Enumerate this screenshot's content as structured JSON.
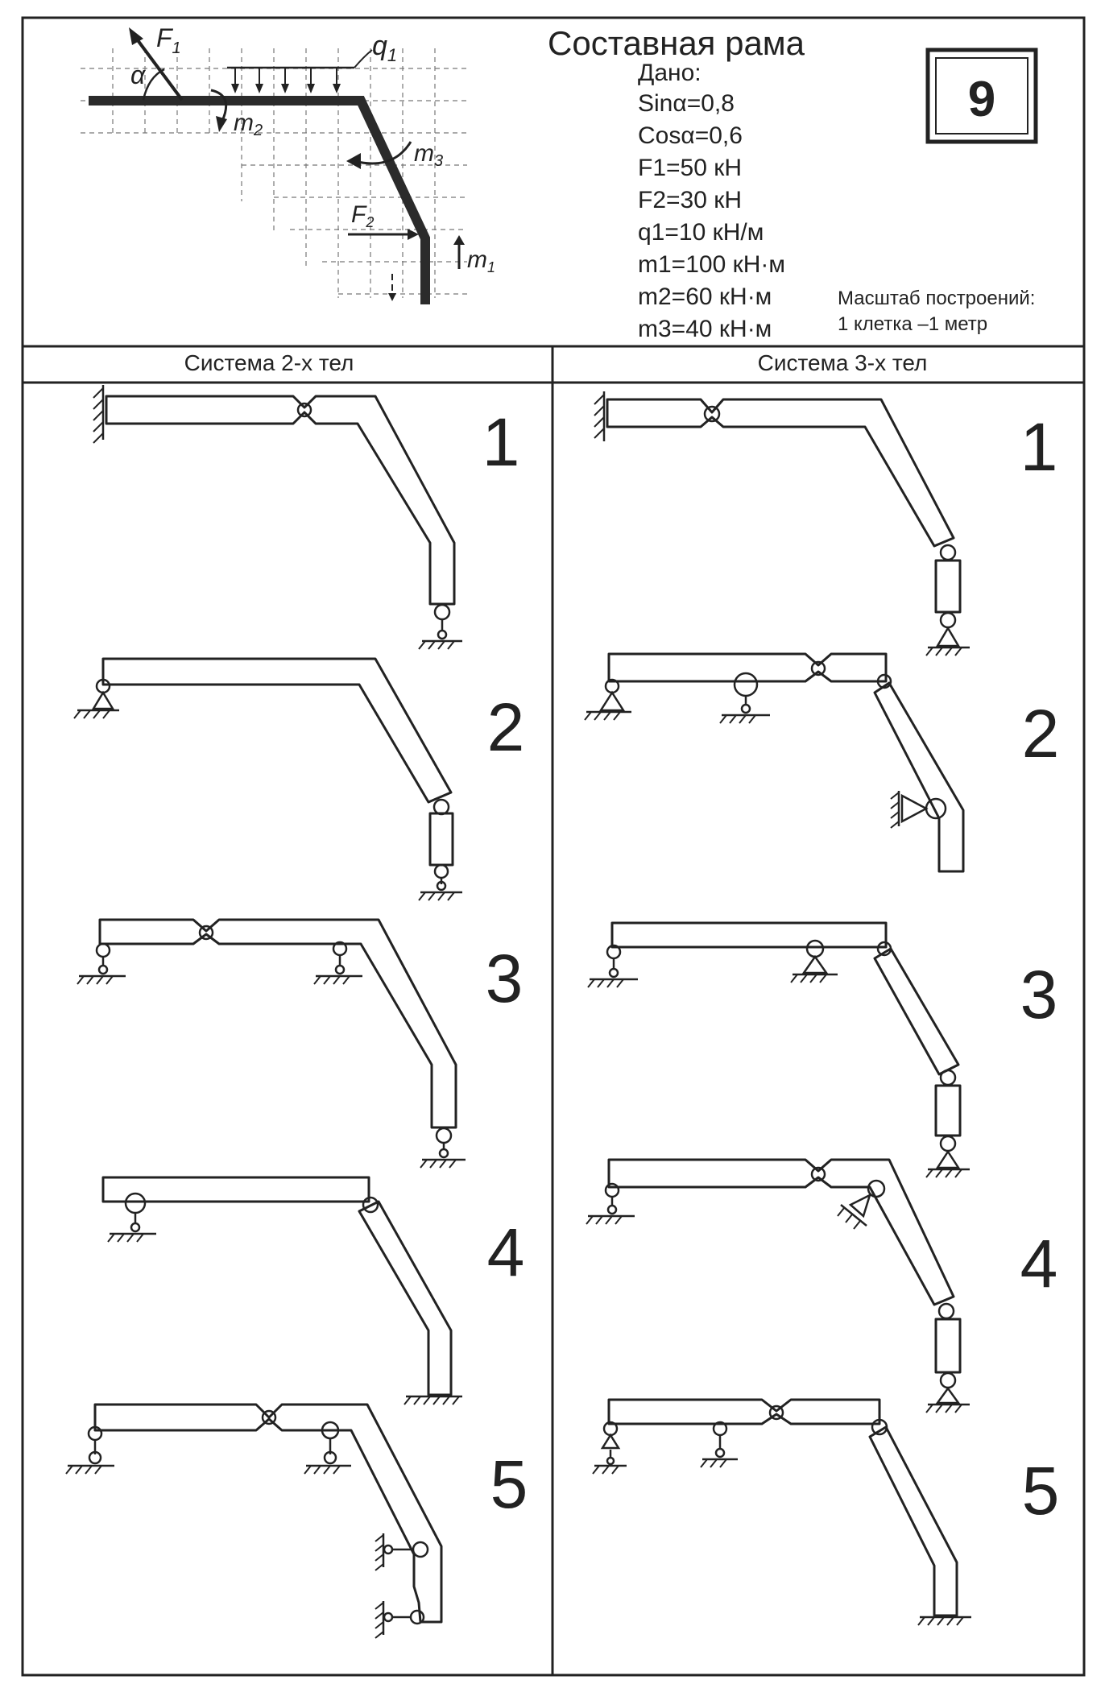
{
  "sheet": {
    "title": "Составная рама",
    "variant": "9",
    "given_label": "Дано:",
    "given": [
      "Sinα=0,8",
      "Cosα=0,6",
      "F1=50 кН",
      "F2=30 кН",
      "q1=10 кН/м",
      "m1=100 кН·м",
      "m2=60 кН·м",
      "m3=40 кН·м"
    ],
    "scale_title": "Масштаб построений:",
    "scale_value": "1 клетка –1 метр"
  },
  "loads": {
    "F1": "F",
    "F1_sub": "1",
    "F2": "F",
    "F2_sub": "2",
    "q1": "q",
    "q1_sub": "1",
    "m1": "m",
    "m1_sub": "1",
    "m2": "m",
    "m2_sub": "2",
    "m3": "m",
    "m3_sub": "3",
    "alpha": "α"
  },
  "columns": {
    "left_header": "Система 2-х тел",
    "right_header": "Система 3-х тел",
    "left_numbers": [
      "1",
      "2",
      "3",
      "4",
      "5"
    ],
    "right_numbers": [
      "1",
      "2",
      "3",
      "4",
      "5"
    ]
  }
}
